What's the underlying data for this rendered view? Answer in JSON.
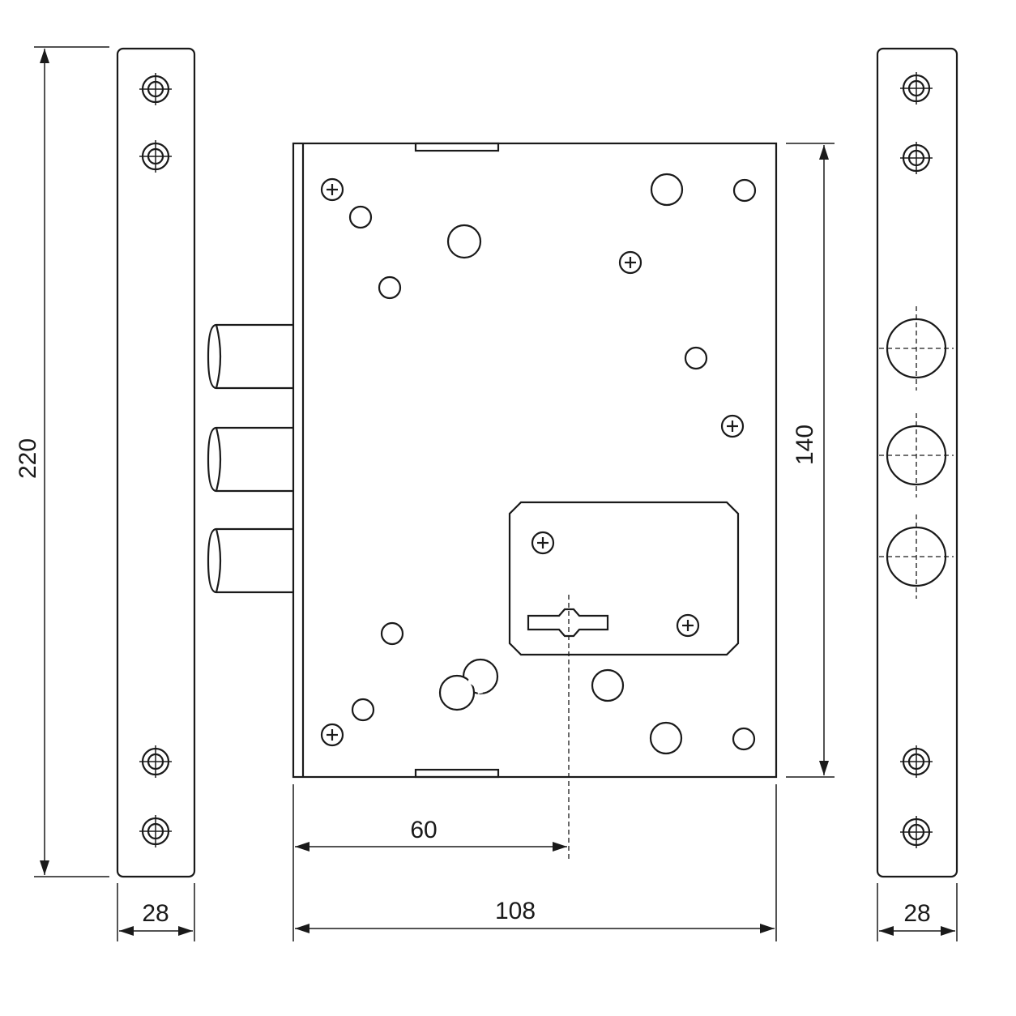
{
  "dimensions": {
    "left_plate_height": "220",
    "left_plate_width": "28",
    "lock_body_height": "140",
    "backset": "60",
    "lock_body_width": "108",
    "right_plate_width": "28"
  }
}
